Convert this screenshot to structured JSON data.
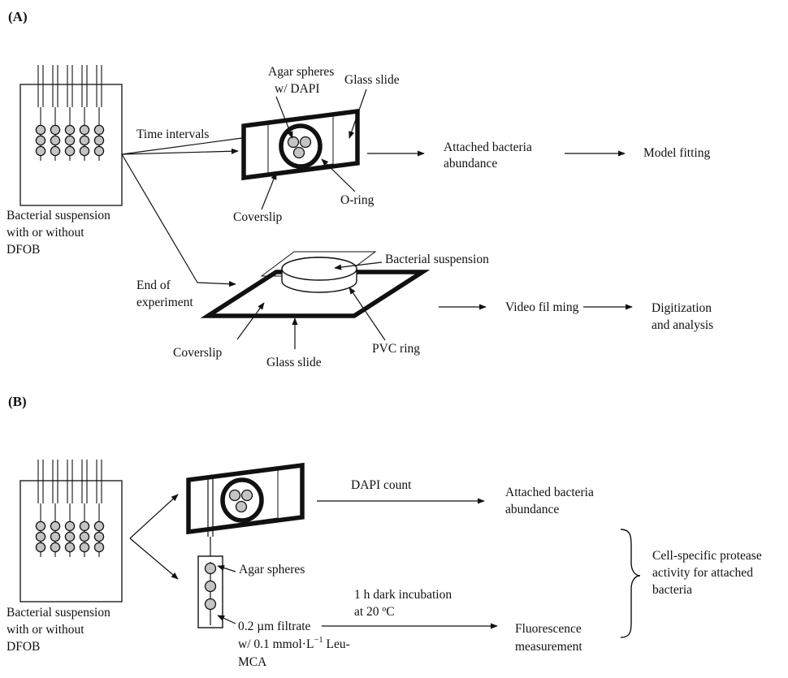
{
  "panel_a": {
    "label": "(A)",
    "labels": {
      "agar_line1": "Agar spheres",
      "agar_line2": "w/ DAPI",
      "glass_slide_top": "Glass slide",
      "time_intervals": "Time intervals",
      "attached_line1": "Attached bacteria",
      "attached_line2": "abundance",
      "model_fitting": "Model fitting",
      "o_ring": "O-ring",
      "coverslip_top": "Coverslip",
      "suspension_line1": "Bacterial suspension",
      "suspension_line2": "with or without",
      "suspension_line3": "DFOB",
      "end_line1": "End of",
      "end_line2": "experiment",
      "bacterial_suspension": "Bacterial suspension",
      "video_filming": "Video fil ming",
      "digitization_line1": "Digitization",
      "digitization_line2": "and analysis",
      "coverslip_bottom": "Coverslip",
      "glass_slide_bottom": "Glass slide",
      "pvc_ring": "PVC ring"
    }
  },
  "panel_b": {
    "label": "(B)",
    "labels": {
      "dapi_count": "DAPI count",
      "attached_line1": "Attached bacteria",
      "attached_line2": "abundance",
      "cell_line1": "Cell-specific protease",
      "cell_line2": "activity for attached",
      "cell_line3": "bacteria",
      "agar_spheres": "Agar spheres",
      "incubation_line1": "1 h dark incubation",
      "incubation_line2": "at 20 ºC",
      "suspension_line1": "Bacterial suspension",
      "suspension_line2": "with or without",
      "suspension_line3": "DFOB",
      "filtrate_line1_a": "0.2 µm  filtrate",
      "filtrate_line2_a": "w/ 0.1 mmol·L",
      "filtrate_line2_sup": "−1",
      "filtrate_line2_b": " Leu-",
      "filtrate_line3": "MCA",
      "fluorescence_line1": "Fluorescence",
      "fluorescence_line2": "measurement"
    }
  }
}
